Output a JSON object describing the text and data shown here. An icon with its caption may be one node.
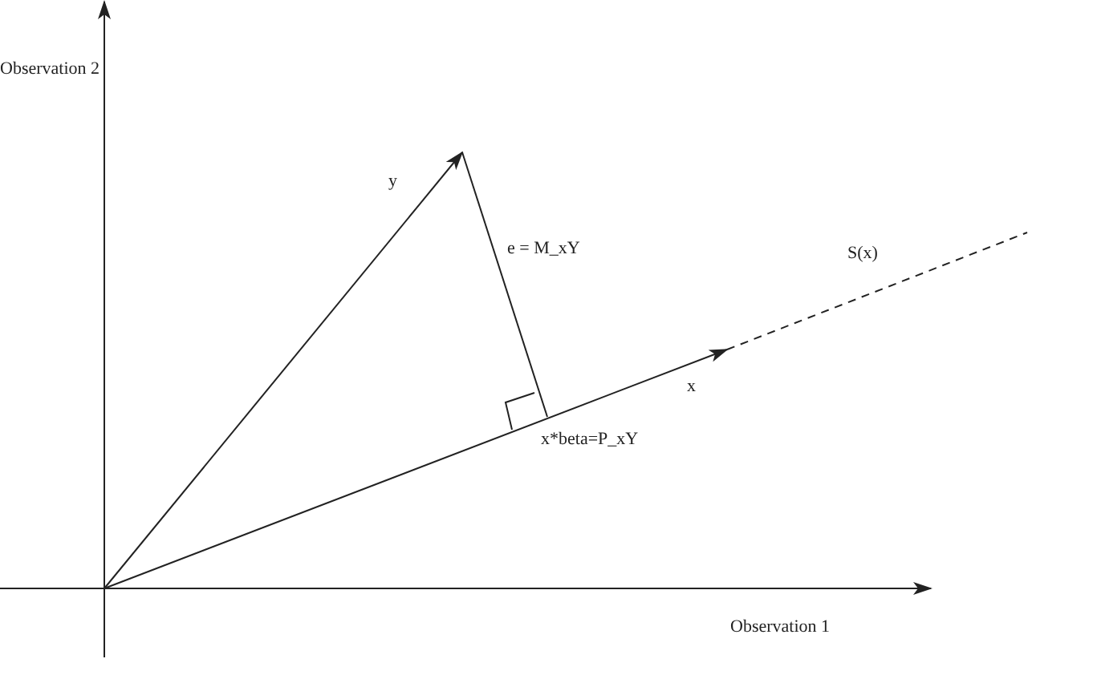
{
  "diagram": {
    "labels": [
      "Observation 2",
      "y",
      "e = M_xY",
      "S(x)",
      "x",
      "x*beta=P_xY",
      "Observation 1"
    ]
  }
}
